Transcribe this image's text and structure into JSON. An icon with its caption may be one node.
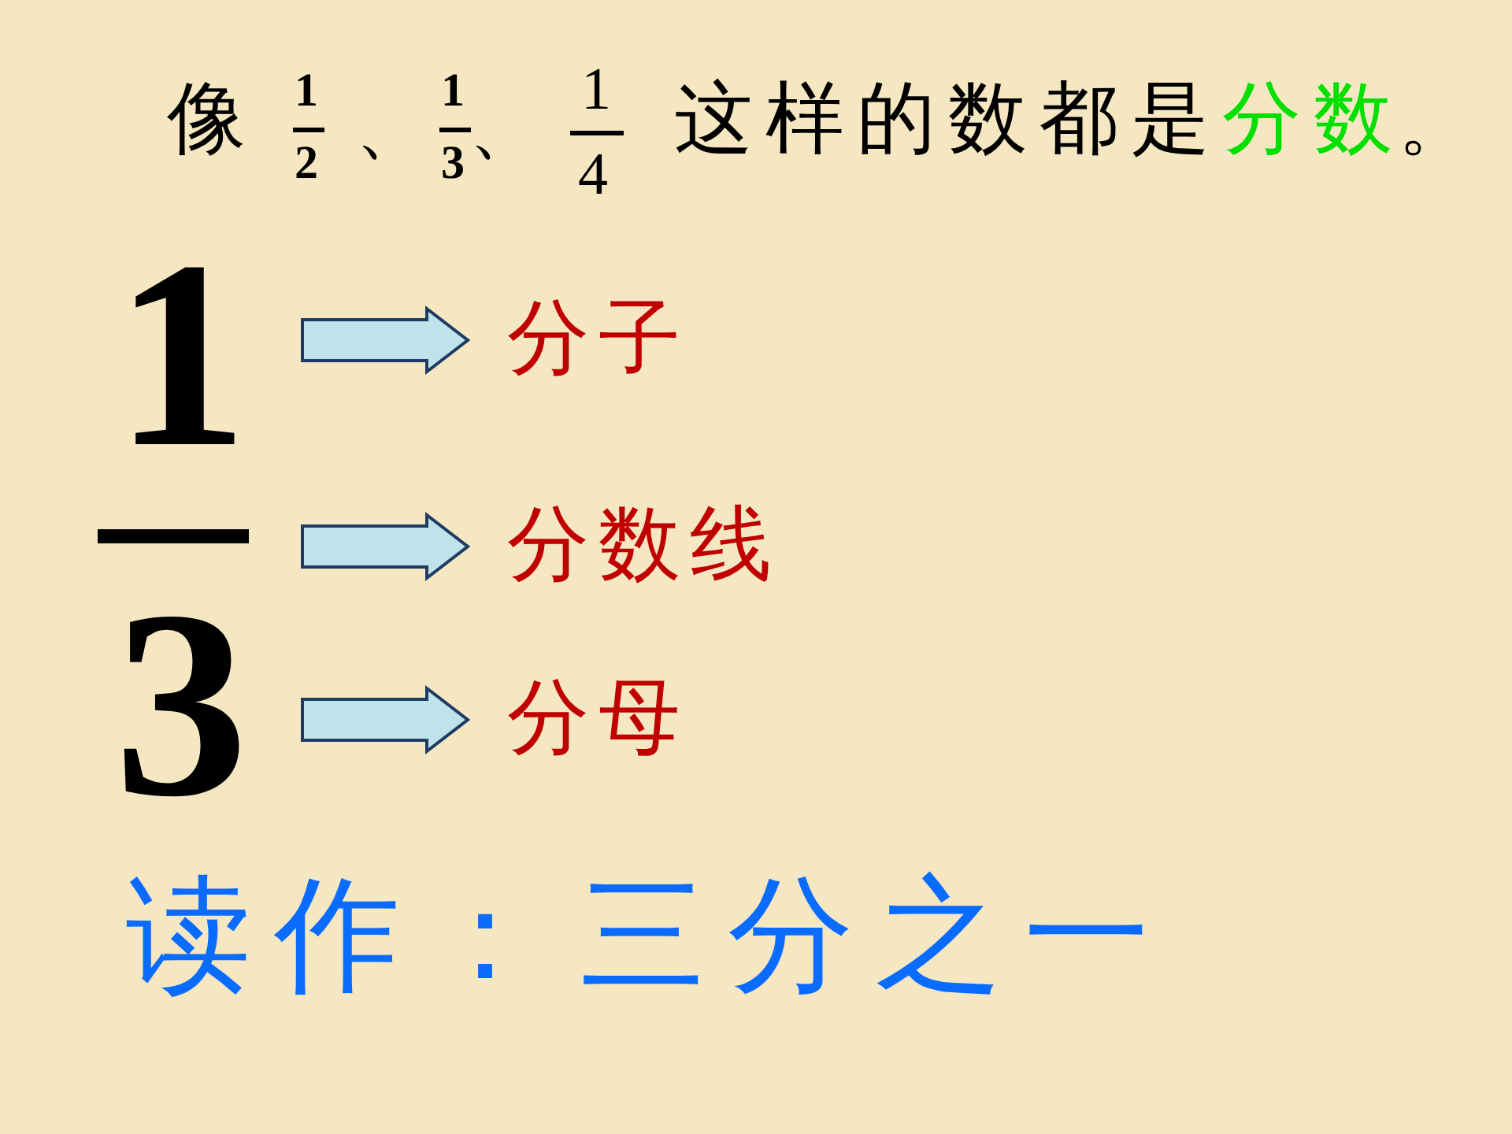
{
  "diagram": {
    "nodes": [
      {
        "text": [
          "1"
        ]
      },
      {
        "text": [],
        "shape": "bar"
      },
      {
        "text": [
          "3"
        ]
      },
      {
        "text": [
          "分子"
        ]
      },
      {
        "text": [
          "分数线"
        ]
      },
      {
        "text": [
          "分母"
        ]
      }
    ],
    "edges": [
      {
        "from": 0,
        "to": 3,
        "arrow": "to"
      },
      {
        "from": 1,
        "to": 4,
        "arrow": "to"
      },
      {
        "from": 2,
        "to": 5,
        "arrow": "to"
      }
    ],
    "labels": [
      "像",
      "1",
      "2",
      "、",
      "1",
      "3",
      "、",
      "1",
      "4",
      "这样的数都是",
      "分数",
      "。",
      "读作：",
      "三分之一"
    ]
  }
}
